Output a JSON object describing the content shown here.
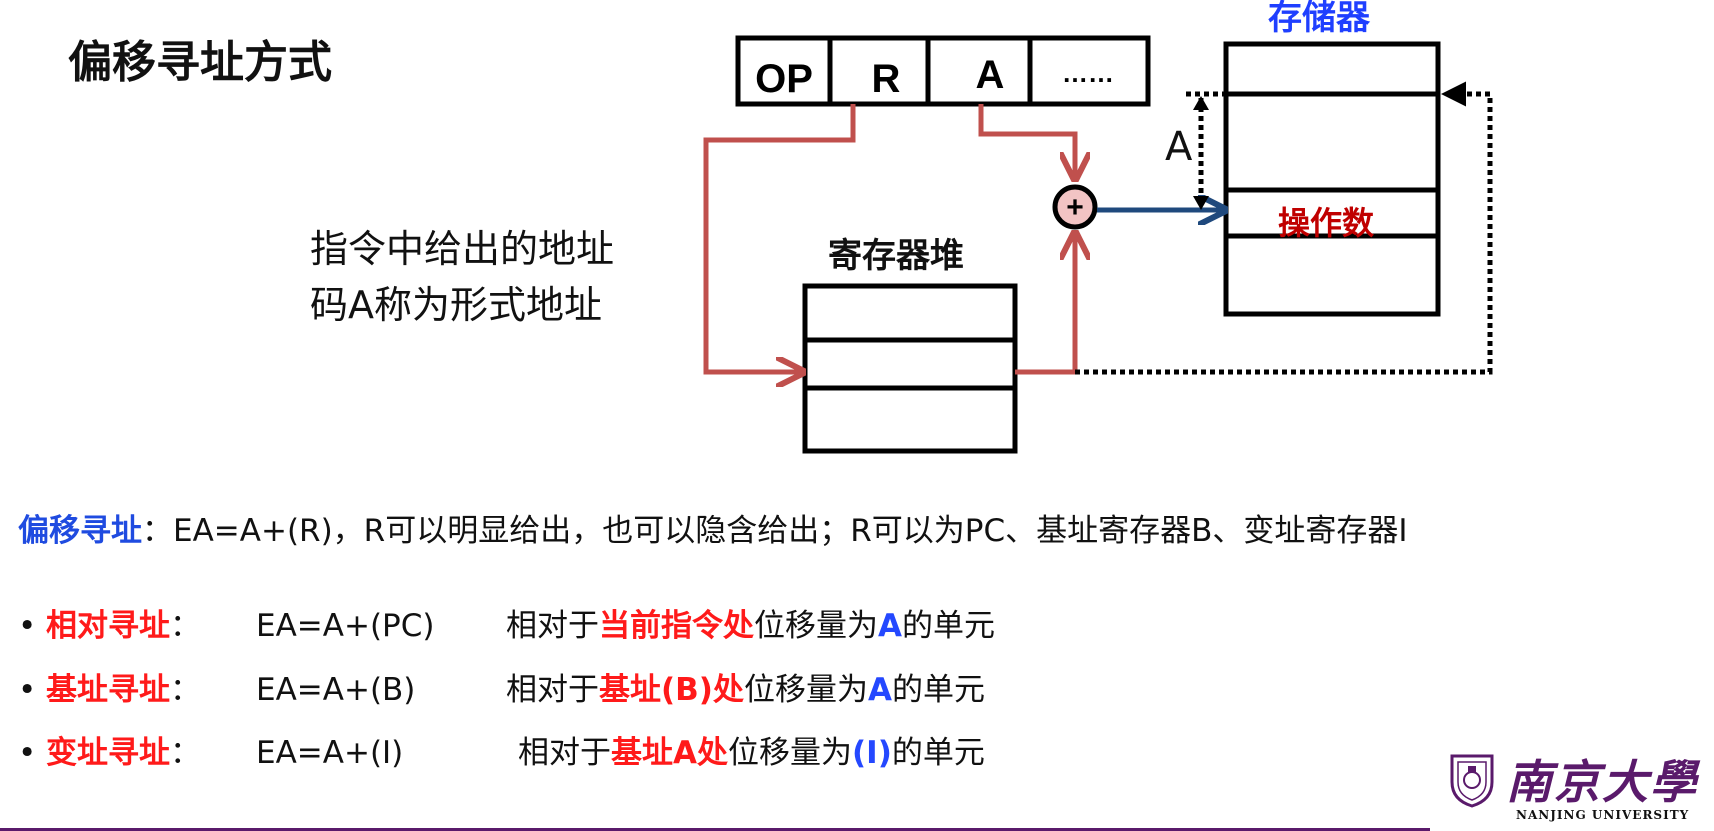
{
  "slide": {
    "title": "偏移寻址方式",
    "note_line1": "指令中给出的地址",
    "note_line2": "码A称为形式地址"
  },
  "diagram": {
    "instruction_fields": [
      "OP",
      "R",
      "A",
      "……"
    ],
    "register_file_label": "寄存器堆",
    "memory_label": "存储器",
    "operand_label": "操作数",
    "offset_label": "A",
    "adder_symbol": "+"
  },
  "definition": {
    "term": "偏移寻址",
    "text": "：EA=A+(R)，R可以明显给出，也可以隐含给出；R可以为PC、基址寄存器B、变址寄存器I"
  },
  "bullets": [
    {
      "bullet": "•",
      "term": "相对寻址",
      "colon": "：",
      "formula": "EA=A+(PC)",
      "pre": "相对于",
      "highlight": "当前指令处",
      "mid": "位移量为",
      "target": "A",
      "post": "的单元"
    },
    {
      "bullet": "•",
      "term": "基址寻址",
      "colon": "：",
      "formula": "EA=A+(B)",
      "pre": "相对于",
      "highlight": "基址(B)处",
      "mid": "位移量为",
      "target": "A",
      "post": "的单元"
    },
    {
      "bullet": "•",
      "term": "变址寻址",
      "colon": "：",
      "formula": "EA=A+(I)",
      "pre": "相对于",
      "highlight": "基址A处",
      "mid": "位移量为",
      "target": "(I)",
      "post": "的单元"
    }
  ],
  "logo": {
    "chinese": "南京大學",
    "english": "NANJING UNIVERSITY"
  },
  "colors": {
    "arrow_red": "#c0504d",
    "arrow_blue": "#1f497d",
    "memory_label_blue": "#1f3fff",
    "operand_red": "#c00000",
    "term_blue": "#1f4be0",
    "term_red": "#ff1a1a",
    "brand_purple": "#5a1a6b"
  }
}
